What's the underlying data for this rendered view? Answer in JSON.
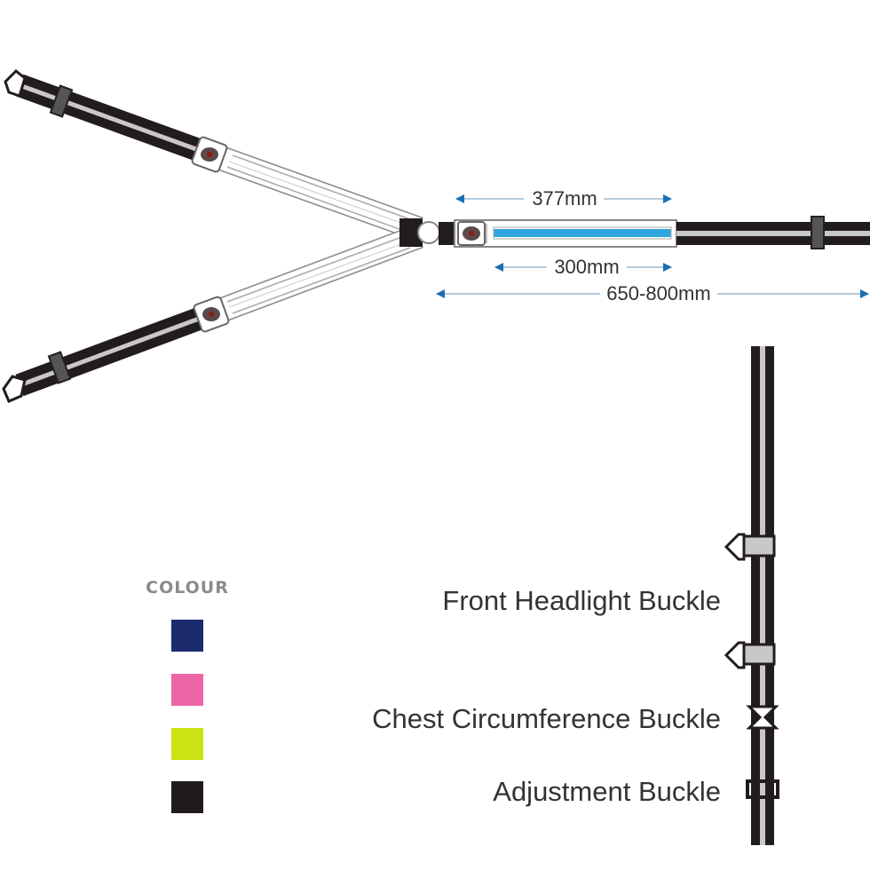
{
  "dimensions": {
    "segment_length": "377mm",
    "reflective_length": "300mm",
    "total_length": "650-800mm"
  },
  "callouts": {
    "front_headlight": "Front Headlight Buckle",
    "chest_circumference": "Chest Circumference Buckle",
    "adjustment": "Adjustment Buckle"
  },
  "colour_legend": {
    "heading": "COLOUR",
    "swatches": [
      {
        "name": "navy",
        "color": "#1c2a6e"
      },
      {
        "name": "pink",
        "color": "#ec66a8"
      },
      {
        "name": "lime",
        "color": "#c9e313"
      },
      {
        "name": "black",
        "color": "#211a1a"
      }
    ]
  },
  "colors": {
    "strap_dark": "#231c1c",
    "strap_stripe": "#c8c8c8",
    "reflective_blue": "#2fa6dd",
    "arrow_blue": "#1a6fb3",
    "connector_red": "#8b1a1a"
  }
}
